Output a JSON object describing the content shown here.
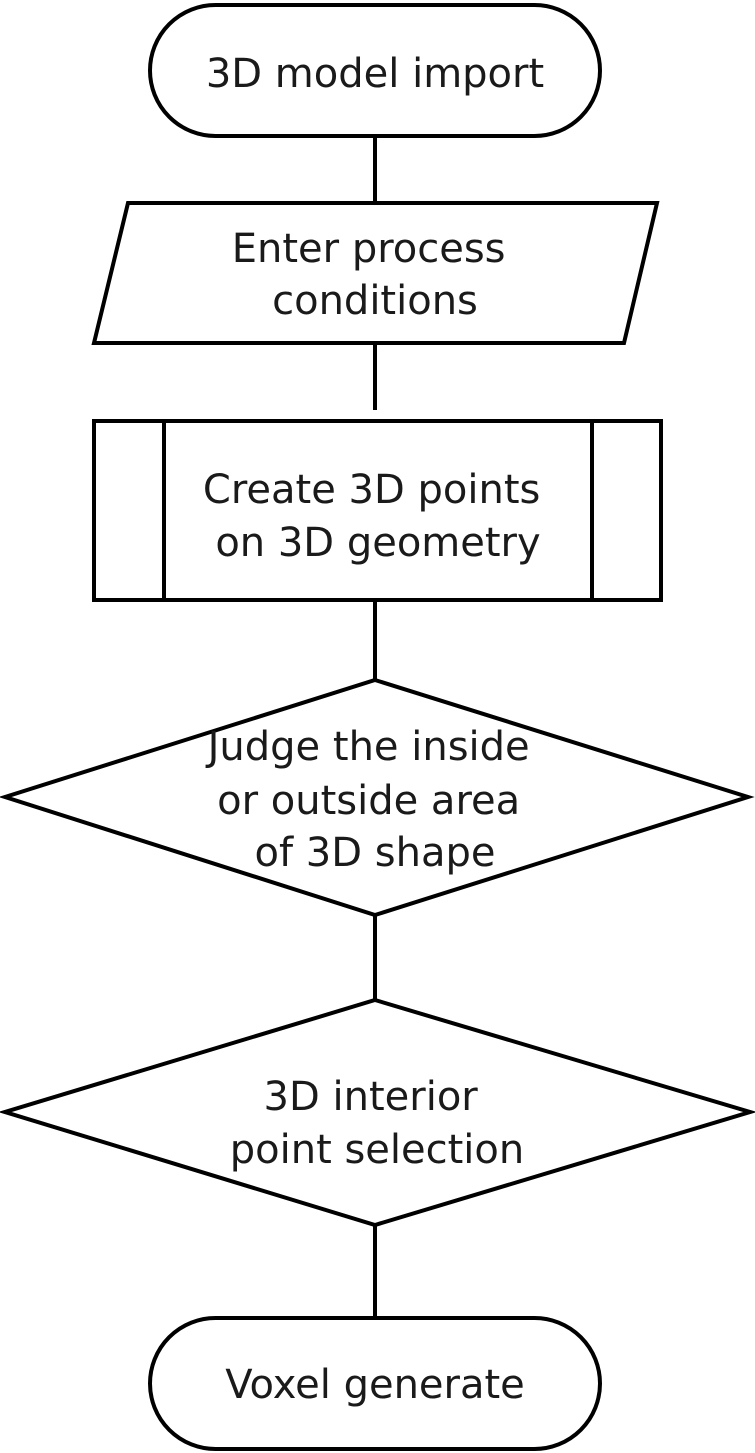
{
  "flowchart": {
    "steps": [
      {
        "id": "start",
        "kind": "terminator",
        "lines": [
          "3D model import"
        ]
      },
      {
        "id": "input",
        "kind": "parallelogram",
        "lines": [
          "Enter process",
          "conditions"
        ]
      },
      {
        "id": "process",
        "kind": "predefined-process",
        "lines": [
          "Create 3D points",
          "on 3D geometry"
        ]
      },
      {
        "id": "decision-1",
        "kind": "decision",
        "lines": [
          "Judge the inside",
          "or outside area",
          "of 3D shape"
        ]
      },
      {
        "id": "decision-2",
        "kind": "decision",
        "lines": [
          "3D interior",
          "point selection"
        ]
      },
      {
        "id": "end",
        "kind": "terminator",
        "lines": [
          "Voxel generate"
        ]
      }
    ]
  }
}
